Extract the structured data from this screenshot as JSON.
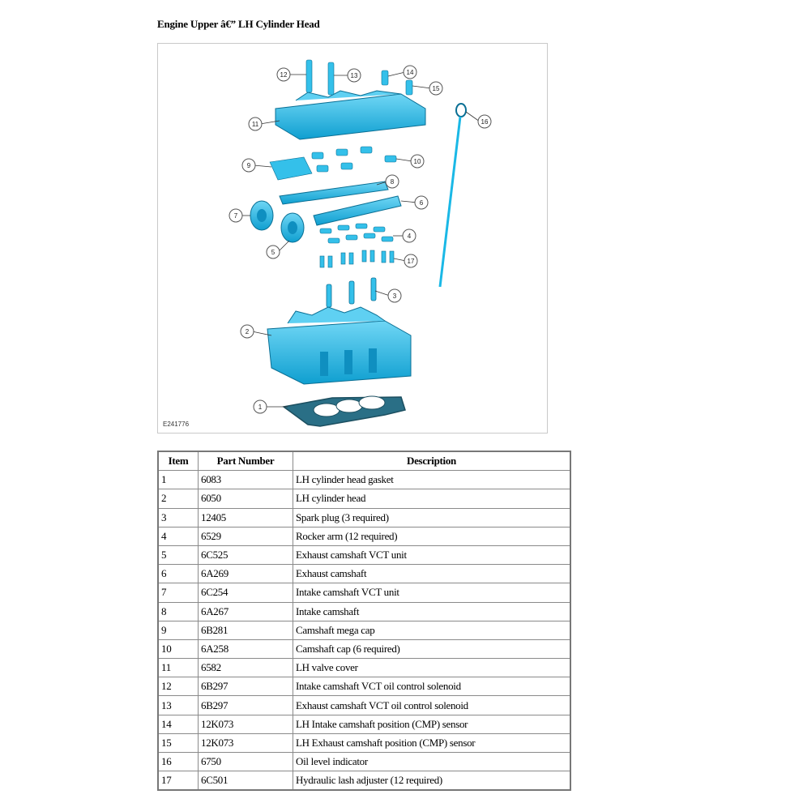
{
  "title": "Engine Upper â€” LH Cylinder Head",
  "figure": {
    "id": "E241776",
    "callouts": [
      "1",
      "2",
      "3",
      "4",
      "5",
      "6",
      "7",
      "8",
      "9",
      "10",
      "11",
      "12",
      "13",
      "14",
      "15",
      "16",
      "17"
    ],
    "part_color": "#1ab8e6"
  },
  "table": {
    "headers": [
      "Item",
      "Part Number",
      "Description"
    ],
    "rows": [
      [
        "1",
        "6083",
        "LH cylinder head gasket"
      ],
      [
        "2",
        "6050",
        "LH cylinder head"
      ],
      [
        "3",
        "12405",
        "Spark plug (3 required)"
      ],
      [
        "4",
        "6529",
        "Rocker arm (12 required)"
      ],
      [
        "5",
        "6C525",
        "Exhaust camshaft VCT unit"
      ],
      [
        "6",
        "6A269",
        "Exhaust camshaft"
      ],
      [
        "7",
        "6C254",
        "Intake camshaft VCT unit"
      ],
      [
        "8",
        "6A267",
        "Intake camshaft"
      ],
      [
        "9",
        "6B281",
        "Camshaft mega cap"
      ],
      [
        "10",
        "6A258",
        "Camshaft cap (6 required)"
      ],
      [
        "11",
        "6582",
        "LH valve cover"
      ],
      [
        "12",
        "6B297",
        "Intake camshaft VCT oil control solenoid"
      ],
      [
        "13",
        "6B297",
        "Exhaust camshaft VCT oil control solenoid"
      ],
      [
        "14",
        "12K073",
        "LH Intake camshaft position (CMP) sensor"
      ],
      [
        "15",
        "12K073",
        "LH Exhaust camshaft position (CMP) sensor"
      ],
      [
        "16",
        "6750",
        "Oil level indicator"
      ],
      [
        "17",
        "6C501",
        "Hydraulic lash adjuster (12 required)"
      ]
    ]
  }
}
